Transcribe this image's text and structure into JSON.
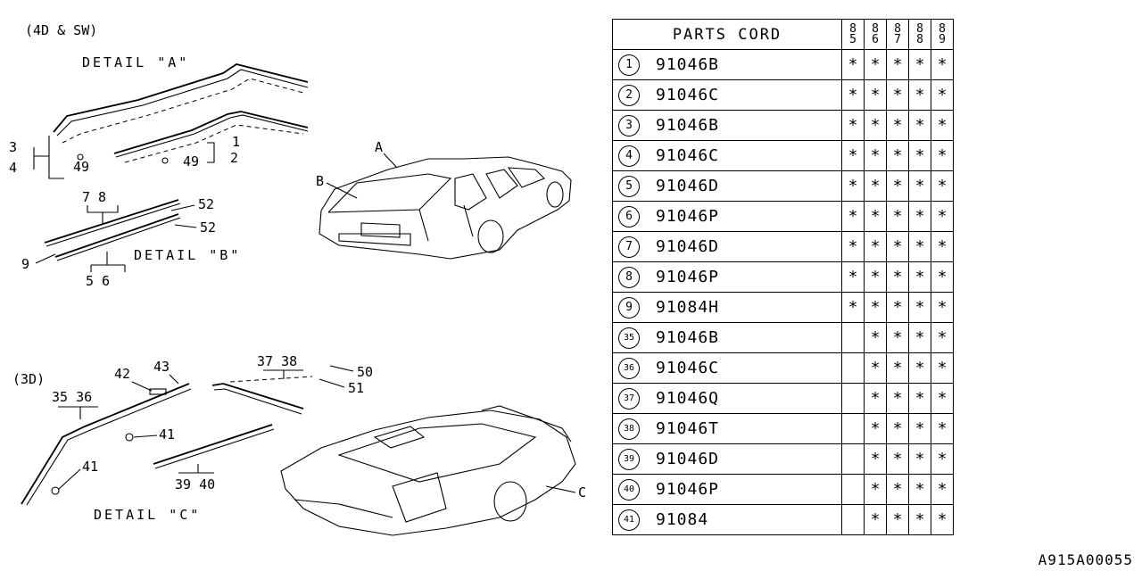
{
  "diagram": {
    "label_4d_sw": "(4D & SW)",
    "label_3d": "(3D)",
    "detail_a": "DETAIL \"A\"",
    "detail_b": "DETAIL \"B\"",
    "detail_c": "DETAIL \"C\"",
    "callouts": {
      "n1": "1",
      "n2": "2",
      "n3": "3",
      "n4": "4",
      "n49a": "49",
      "n49b": "49",
      "n7_8": "7  8",
      "n52a": "52",
      "n52b": "52",
      "n9": "9",
      "n5_6": "5   6",
      "A": "A",
      "B": "B",
      "C": "C",
      "n42": "42",
      "n43": "43",
      "n35_36": "35 36",
      "n41a": "41",
      "n41b": "41",
      "n37_38": "37 38",
      "n50": "50",
      "n51": "51",
      "n39_40": "39 40"
    }
  },
  "table": {
    "header": "PARTS CORD",
    "years": [
      [
        "8",
        "5"
      ],
      [
        "8",
        "6"
      ],
      [
        "8",
        "7"
      ],
      [
        "8",
        "8"
      ],
      [
        "8",
        "9"
      ]
    ],
    "rows": [
      {
        "ref": "1",
        "code": "91046B",
        "marks": [
          "*",
          "*",
          "*",
          "*",
          "*"
        ]
      },
      {
        "ref": "2",
        "code": "91046C",
        "marks": [
          "*",
          "*",
          "*",
          "*",
          "*"
        ]
      },
      {
        "ref": "3",
        "code": "91046B",
        "marks": [
          "*",
          "*",
          "*",
          "*",
          "*"
        ]
      },
      {
        "ref": "4",
        "code": "91046C",
        "marks": [
          "*",
          "*",
          "*",
          "*",
          "*"
        ]
      },
      {
        "ref": "5",
        "code": "91046D",
        "marks": [
          "*",
          "*",
          "*",
          "*",
          "*"
        ]
      },
      {
        "ref": "6",
        "code": "91046P",
        "marks": [
          "*",
          "*",
          "*",
          "*",
          "*"
        ]
      },
      {
        "ref": "7",
        "code": "91046D",
        "marks": [
          "*",
          "*",
          "*",
          "*",
          "*"
        ]
      },
      {
        "ref": "8",
        "code": "91046P",
        "marks": [
          "*",
          "*",
          "*",
          "*",
          "*"
        ]
      },
      {
        "ref": "9",
        "code": "91084H",
        "marks": [
          "*",
          "*",
          "*",
          "*",
          "*"
        ]
      },
      {
        "ref": "35",
        "code": "91046B",
        "marks": [
          "",
          "*",
          "*",
          "*",
          "*"
        ]
      },
      {
        "ref": "36",
        "code": "91046C",
        "marks": [
          "",
          "*",
          "*",
          "*",
          "*"
        ]
      },
      {
        "ref": "37",
        "code": "91046Q",
        "marks": [
          "",
          "*",
          "*",
          "*",
          "*"
        ]
      },
      {
        "ref": "38",
        "code": "91046T",
        "marks": [
          "",
          "*",
          "*",
          "*",
          "*"
        ]
      },
      {
        "ref": "39",
        "code": "91046D",
        "marks": [
          "",
          "*",
          "*",
          "*",
          "*"
        ]
      },
      {
        "ref": "40",
        "code": "91046P",
        "marks": [
          "",
          "*",
          "*",
          "*",
          "*"
        ]
      },
      {
        "ref": "41",
        "code": "91084",
        "marks": [
          "",
          "*",
          "*",
          "*",
          "*"
        ]
      }
    ]
  },
  "catalog_number": "A915A00055"
}
